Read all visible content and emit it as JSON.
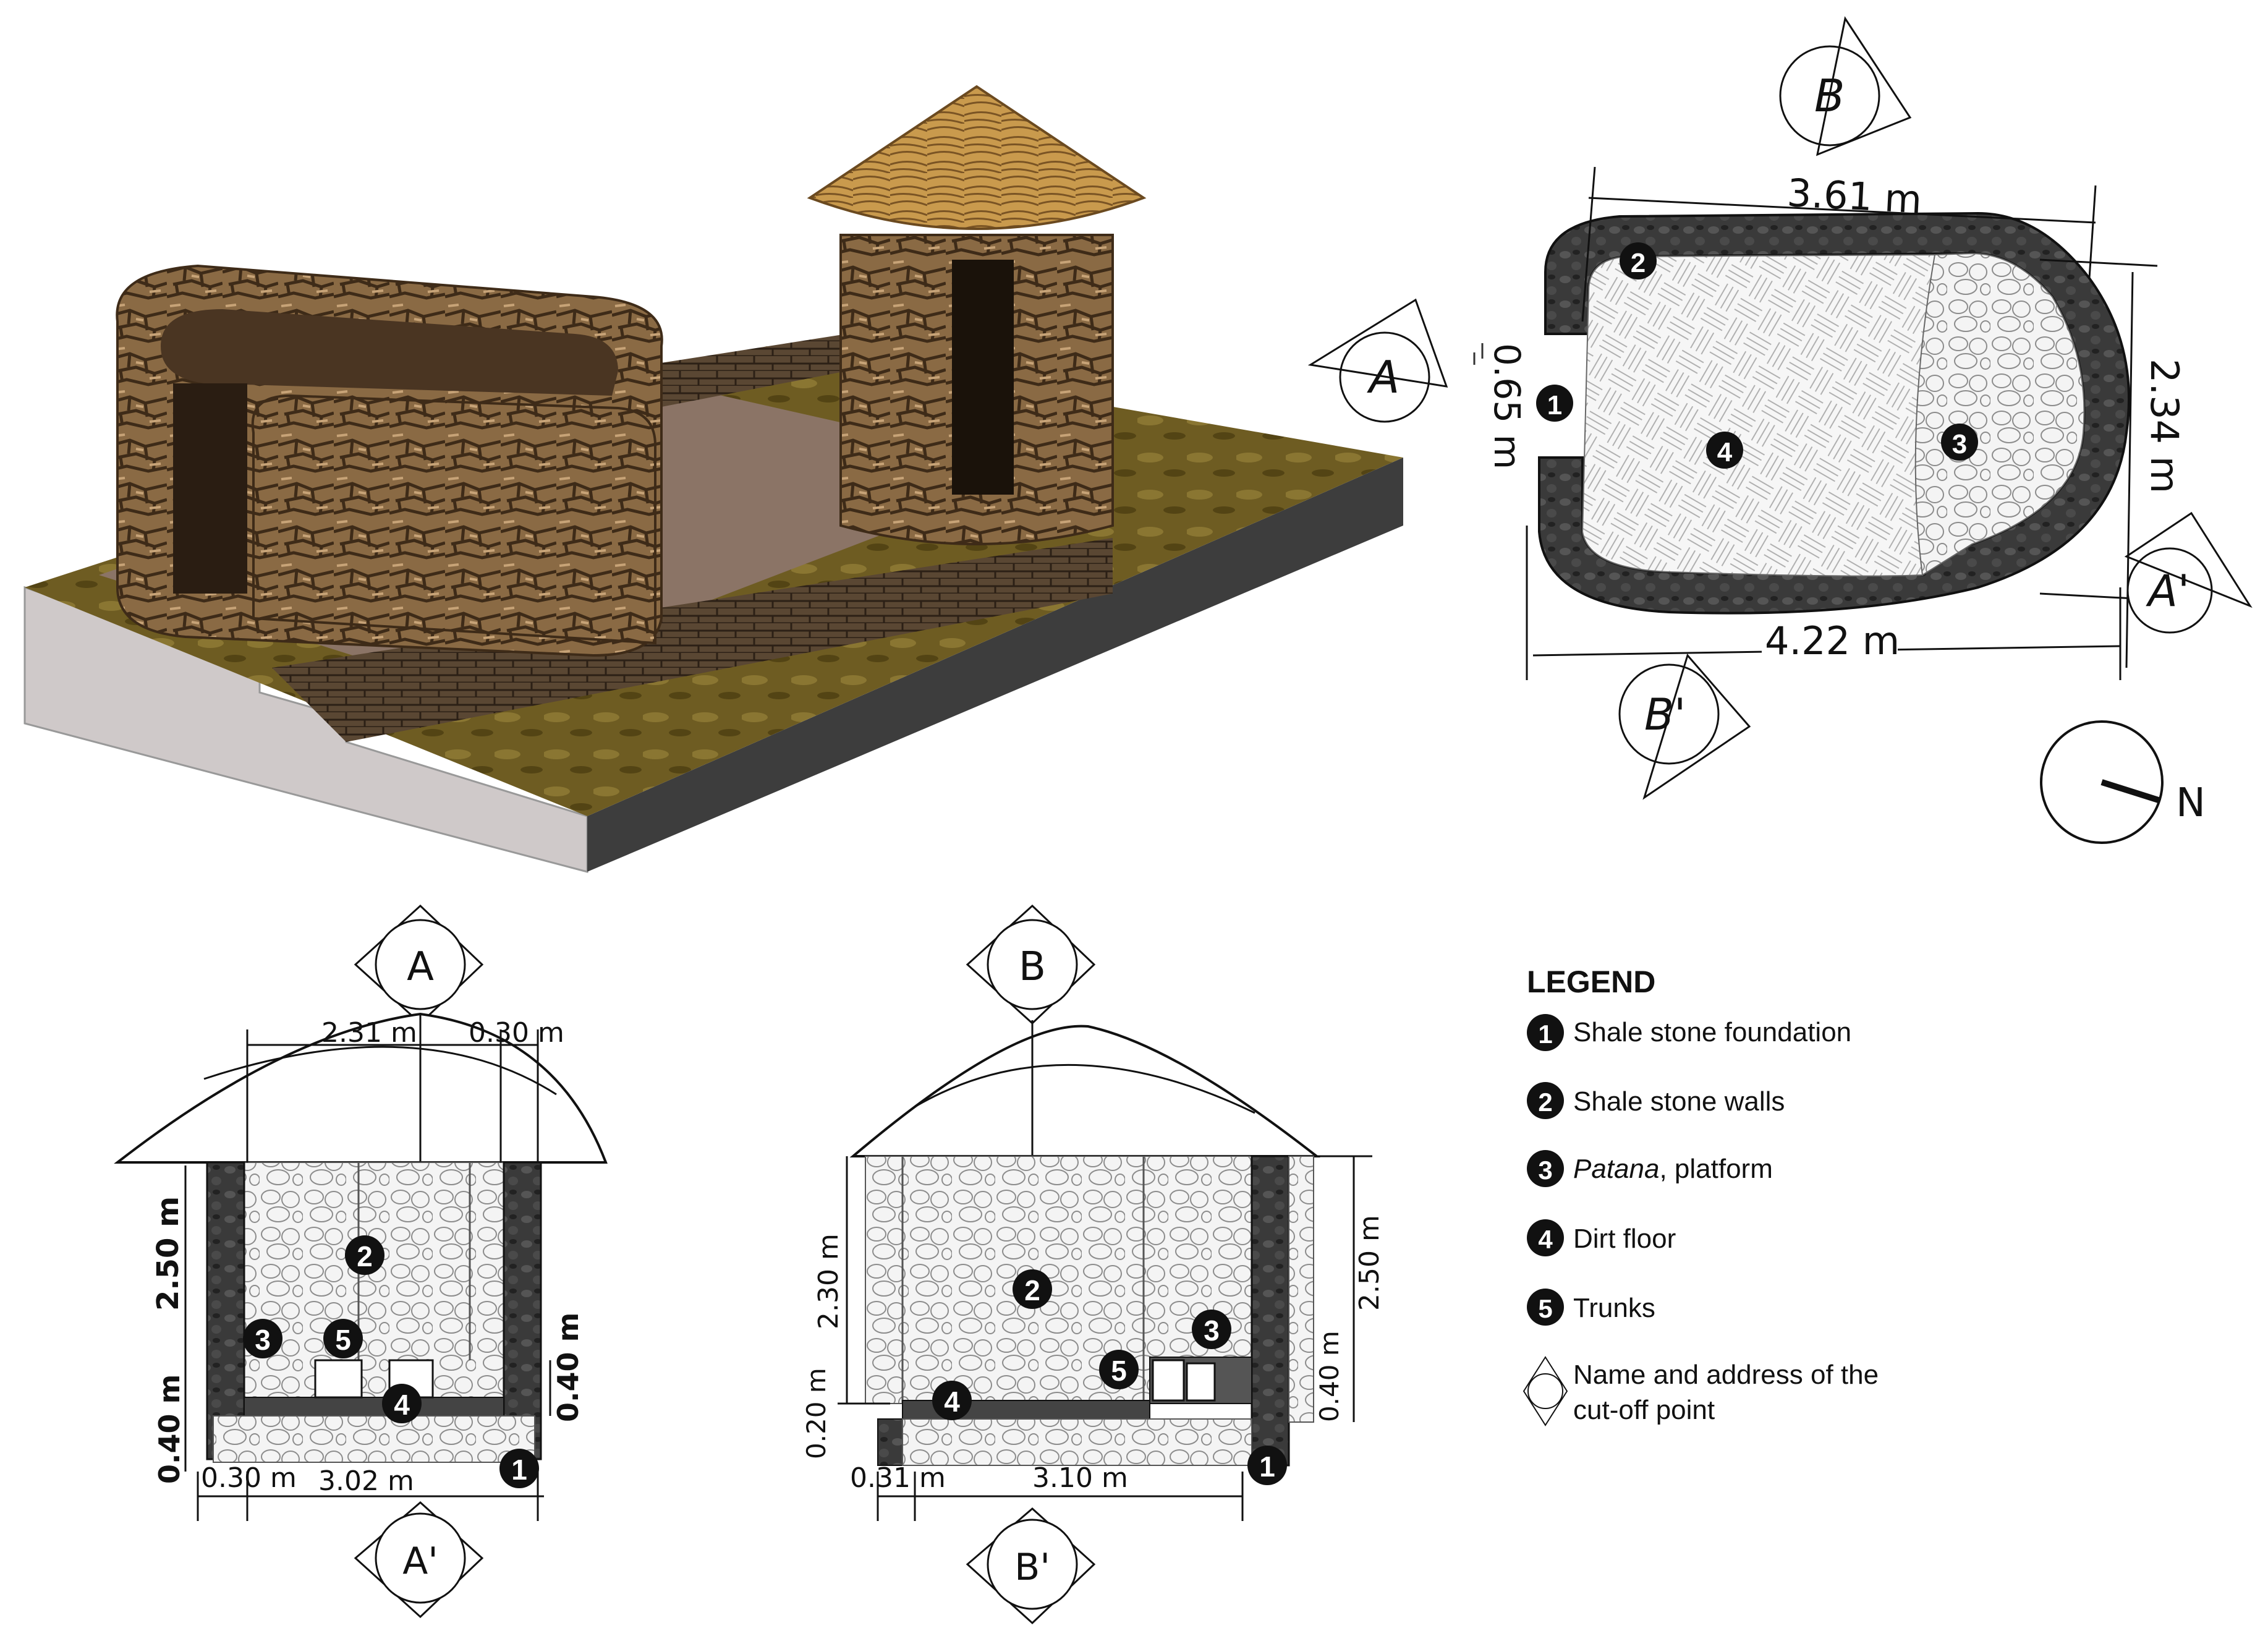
{
  "plan": {
    "dims": {
      "top": "3.61 m",
      "right": "2.34 m",
      "bottom": "4.22 m",
      "door": "0.65 m"
    },
    "cuts": {
      "a": "A",
      "a_prime": "A'",
      "b": "B",
      "b_prime": "B'"
    },
    "markers": [
      "1",
      "2",
      "3",
      "4"
    ],
    "north": "N"
  },
  "section_a": {
    "cut_top": "A",
    "cut_bottom": "A'",
    "dims": {
      "roof_span": "2.31 m",
      "roof_overhang": "0.30 m",
      "wall_height": "2.50 m",
      "platform_height": "0.40 m",
      "foundation_height": "0.40 m",
      "wall_thickness": "0.30 m",
      "interior_width": "3.02 m"
    },
    "markers": [
      "2",
      "3",
      "5",
      "4",
      "1"
    ]
  },
  "section_b": {
    "cut_top": "B",
    "cut_bottom": "B'",
    "dims": {
      "wall_height_left": "2.30 m",
      "floor_height": "0.20 m",
      "wall_height_right": "2.50 m",
      "platform_height": "0.40 m",
      "wall_thickness": "0.31 m",
      "interior_width": "3.10 m"
    },
    "markers": [
      "2",
      "3",
      "5",
      "4",
      "1"
    ]
  },
  "legend": {
    "title": "LEGEND",
    "items": [
      {
        "num": "1",
        "label": "Shale stone foundation"
      },
      {
        "num": "2",
        "label": "Shale stone walls"
      },
      {
        "num": "3",
        "label_italic": "Patana",
        "label_rest": ", platform"
      },
      {
        "num": "4",
        "label": "Dirt floor"
      },
      {
        "num": "5",
        "label": "Trunks"
      }
    ],
    "cut_note_line1": "Name and address of the",
    "cut_note_line2": "cut-off point"
  },
  "colors": {
    "stone": "#8a6a44",
    "stone_dark": "#4a3522",
    "thatch": "#c99a4d",
    "ground": "#7a6a2a",
    "wall_section": "#3b3b3b",
    "base_light": "#cfc9c9",
    "base_dark": "#3d3d3d"
  }
}
